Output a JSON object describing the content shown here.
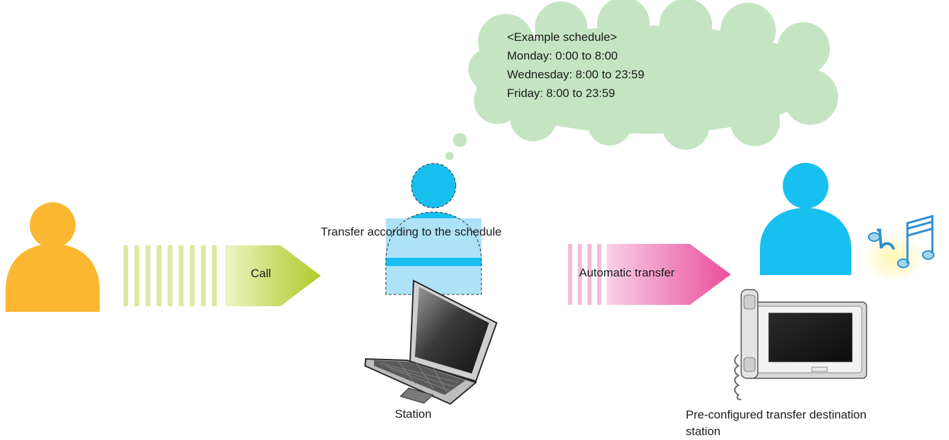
{
  "schedule": {
    "heading": "<Example schedule>",
    "lines": [
      "Monday: 0:00 to 8:00",
      "Wednesday: 8:00 to 23:59",
      "Friday: 8:00 to 23:59"
    ]
  },
  "labels": {
    "call": "Call",
    "transfer_schedule": "Transfer according to the schedule",
    "automatic_transfer": "Automatic transfer",
    "station": "Station",
    "destination_line1": "Pre-configured transfer destination",
    "destination_line2": "station"
  },
  "colors": {
    "caller": "#FBB731",
    "user": "#18C0F0",
    "user_light": "#AEE2F8",
    "cloud": "#C5E5C2",
    "call_arrow": "#B8CF3A",
    "transfer_arrow": "#EE5AA2",
    "note_icon": "#3AA8E8"
  }
}
